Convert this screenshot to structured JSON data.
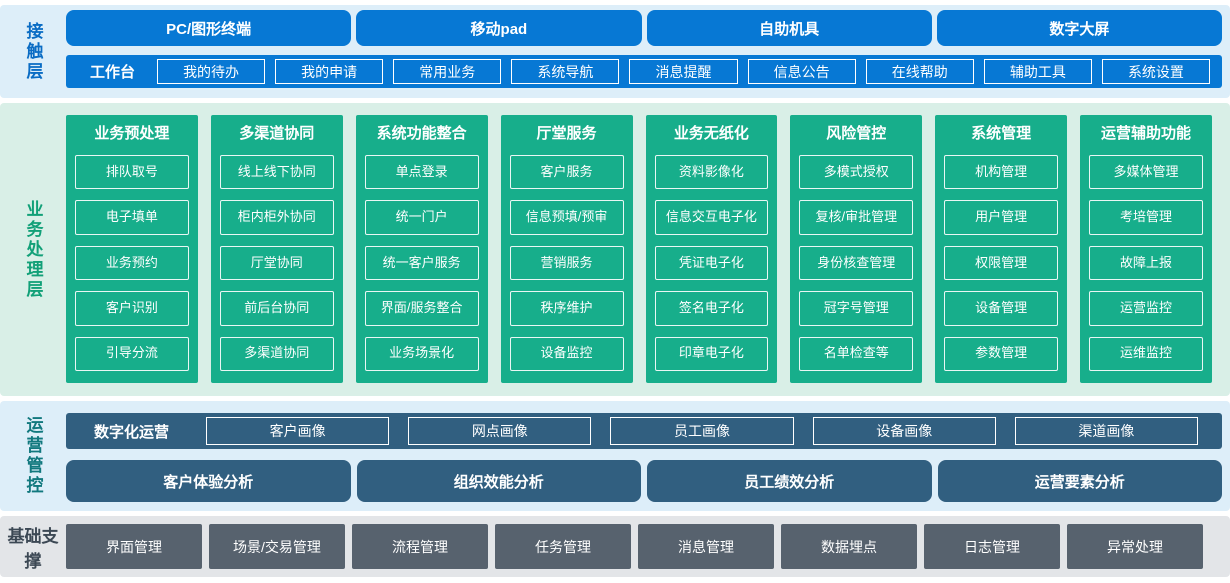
{
  "colors": {
    "primary_blue": "#0778d4",
    "teal_green": "#17ae8b",
    "steel_blue": "#315f80",
    "slate_gray": "#57626e",
    "band_blue": "#ddeef9",
    "band_green": "#d9efe7",
    "band_gray": "#e3e5e8",
    "contact_label_text": "#0a6cc4",
    "business_label_text": "#11a078",
    "ops_label_text": "#11787e",
    "foundation_label_text": "#3c4854"
  },
  "contact_layer": {
    "label": "接触层",
    "terminals": [
      "PC/图形终端",
      "移动pad",
      "自助机具",
      "数字大屏"
    ],
    "workbench": {
      "label": "工作台",
      "items": [
        "我的待办",
        "我的申请",
        "常用业务",
        "系统导航",
        "消息提醒",
        "信息公告",
        "在线帮助",
        "辅助工具",
        "系统设置"
      ]
    }
  },
  "business_layer": {
    "label": "业务处理层",
    "columns": [
      {
        "title": "业务预处理",
        "items": [
          "排队取号",
          "电子填单",
          "业务预约",
          "客户识别",
          "引导分流"
        ]
      },
      {
        "title": "多渠道协同",
        "items": [
          "线上线下协同",
          "柜内柜外协同",
          "厅堂协同",
          "前后台协同",
          "多渠道协同"
        ]
      },
      {
        "title": "系统功能整合",
        "items": [
          "单点登录",
          "统一门户",
          "统一客户服务",
          "界面/服务整合",
          "业务场景化"
        ]
      },
      {
        "title": "厅堂服务",
        "items": [
          "客户服务",
          "信息预填/预审",
          "营销服务",
          "秩序维护",
          "设备监控"
        ]
      },
      {
        "title": "业务无纸化",
        "items": [
          "资料影像化",
          "信息交互电子化",
          "凭证电子化",
          "签名电子化",
          "印章电子化"
        ]
      },
      {
        "title": "风险管控",
        "items": [
          "多模式授权",
          "复核/审批管理",
          "身份核查管理",
          "冠字号管理",
          "名单检查等"
        ]
      },
      {
        "title": "系统管理",
        "items": [
          "机构管理",
          "用户管理",
          "权限管理",
          "设备管理",
          "参数管理"
        ]
      },
      {
        "title": "运营辅助功能",
        "items": [
          "多媒体管理",
          "考培管理",
          "故障上报",
          "运营监控",
          "运维监控"
        ]
      }
    ]
  },
  "operations_layer": {
    "label": "运营管控",
    "digital_ops": {
      "label": "数字化运营",
      "items": [
        "客户画像",
        "网点画像",
        "员工画像",
        "设备画像",
        "渠道画像"
      ]
    },
    "analysis": [
      "客户体验分析",
      "组织效能分析",
      "员工绩效分析",
      "运营要素分析"
    ]
  },
  "foundation_layer": {
    "label": "基础支撑",
    "items": [
      "界面管理",
      "场景/交易管理",
      "流程管理",
      "任务管理",
      "消息管理",
      "数据埋点",
      "日志管理",
      "异常处理"
    ]
  }
}
